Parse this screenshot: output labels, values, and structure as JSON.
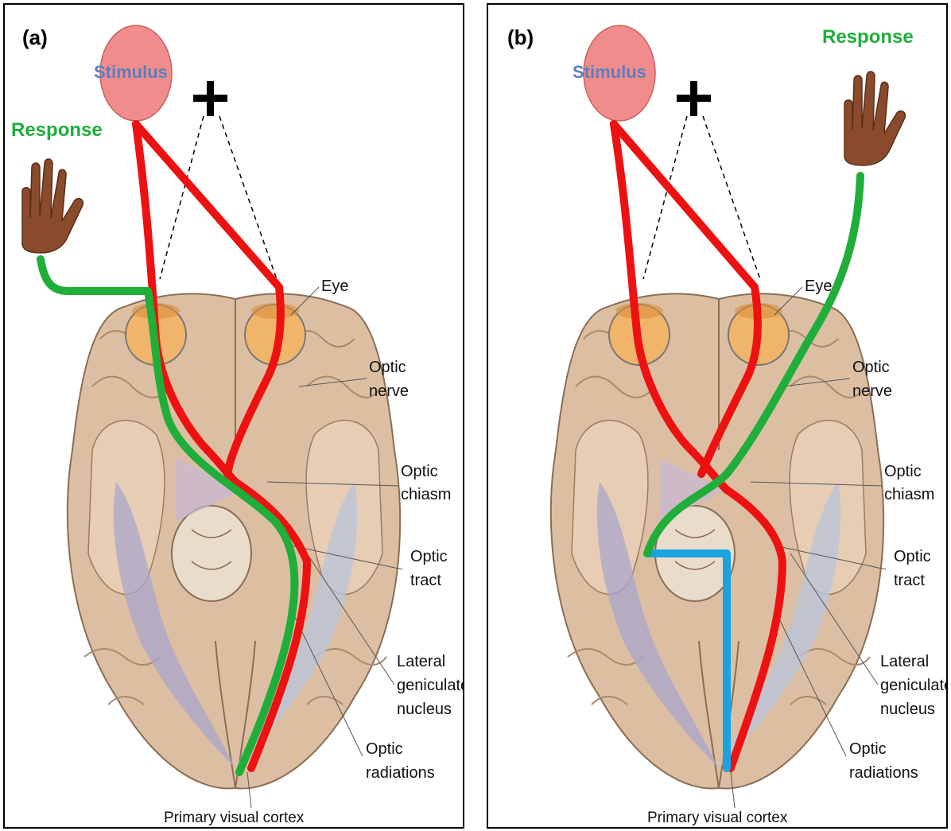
{
  "panels": [
    {
      "letter": "(a)",
      "stimulus": "Stimulus",
      "response": "Response",
      "labels": {
        "eye": "Eye",
        "optic_nerve": [
          "Optic",
          "nerve"
        ],
        "optic_chiasm": [
          "Optic",
          "chiasm"
        ],
        "optic_tract": [
          "Optic",
          "tract"
        ],
        "lgn": [
          "Lateral",
          "geniculate",
          "nucleus"
        ],
        "optic_radiations": [
          "Optic",
          "radiations"
        ],
        "primary_visual_cortex": "Primary visual cortex"
      }
    },
    {
      "letter": "(b)",
      "stimulus": "Stimulus",
      "response": "Response",
      "labels": {
        "eye": "Eye",
        "optic_nerve": [
          "Optic",
          "nerve"
        ],
        "optic_chiasm": [
          "Optic",
          "chiasm"
        ],
        "optic_tract": [
          "Optic",
          "tract"
        ],
        "lgn": [
          "Lateral",
          "geniculate",
          "nucleus"
        ],
        "optic_radiations": [
          "Optic",
          "radiations"
        ],
        "primary_visual_cortex": "Primary visual cortex"
      }
    }
  ],
  "colors": {
    "visual_pathway": "#ee1111",
    "response_pathway": "#1fae3a",
    "callosal_transfer": "#1aa3e0",
    "stimulus_fill": "#f08080",
    "stimulus_label": "#5b7fbf",
    "brain": "#d9b89a",
    "visual_cortex": "#a9a6cc"
  },
  "icons": [
    "fixation-cross-icon",
    "hand-icon",
    "eye-icon",
    "brain-illustration"
  ]
}
